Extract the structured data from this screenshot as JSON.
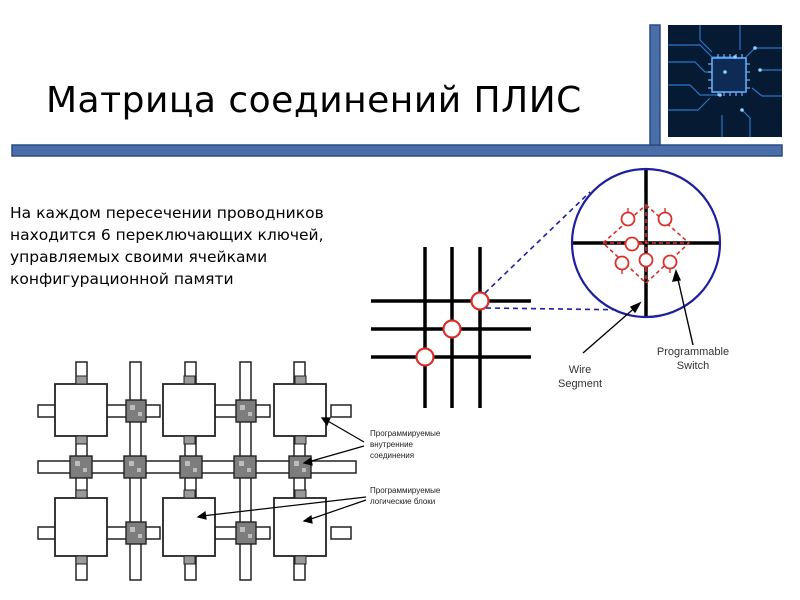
{
  "slide": {
    "title": "Матрица соединений ПЛИС",
    "description_lines": [
      "На каждом пересечении проводников",
      "находится 6 переключающих ключей,",
      "управляемых своими ячейками",
      "конфигурационной памяти"
    ]
  },
  "crossbar_diagram": {
    "labels": {
      "wire_segment_line1": "Wire",
      "wire_segment_line2": "Segment",
      "switch_line1": "Programmable",
      "switch_line2": "Switch"
    },
    "colors": {
      "wire": "#000000",
      "switch": "#d9302a",
      "zoom_circle": "#1e1e9e"
    }
  },
  "block_diagram": {
    "labels": {
      "interconnect_line1": "Программируемые",
      "interconnect_line2": "внутренние",
      "interconnect_line3": "соединения",
      "logic_line1": "Программируемые",
      "logic_line2": "логические блоки"
    }
  },
  "theme": {
    "accent_bar": "#4a6ea8",
    "accent_bar_dark": "#2b4a86"
  }
}
